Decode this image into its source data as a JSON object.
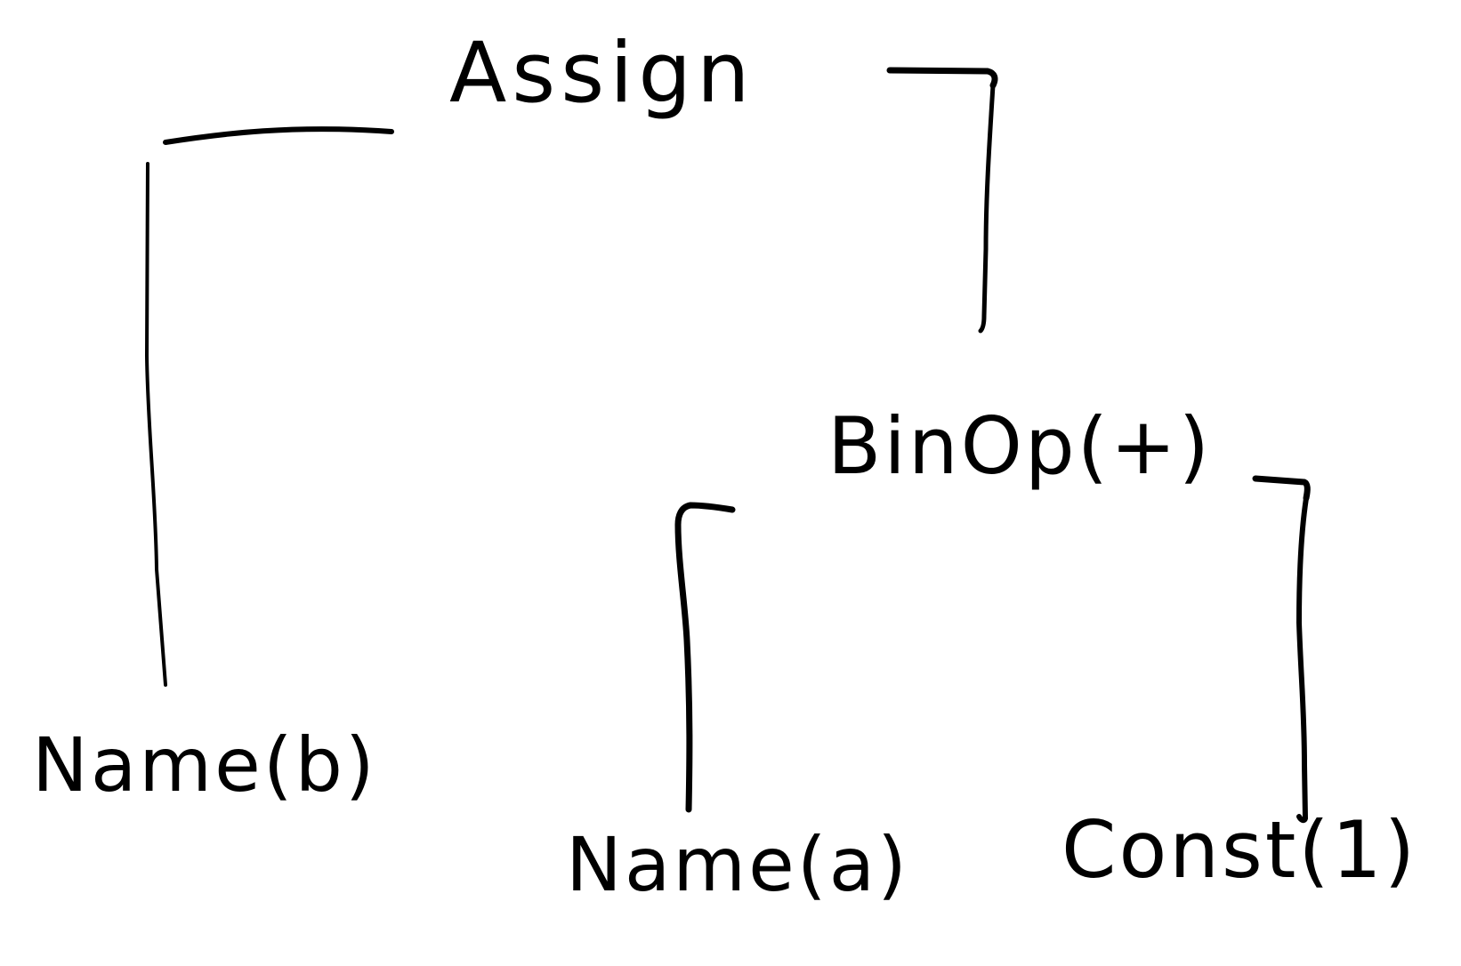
{
  "diagram": {
    "nodes": {
      "assign": "Assign",
      "binop": "BinOp(+)",
      "name_b": "Name(b)",
      "name_a": "Name(a)",
      "const_1": "Const(1)"
    },
    "edges": [
      {
        "from": "Assign",
        "to": "Name(b)"
      },
      {
        "from": "Assign",
        "to": "BinOp(+)"
      },
      {
        "from": "BinOp(+)",
        "to": "Name(a)"
      },
      {
        "from": "BinOp(+)",
        "to": "Const(1)"
      }
    ],
    "ink_color": "#000000",
    "background_color": "#ffffff"
  }
}
